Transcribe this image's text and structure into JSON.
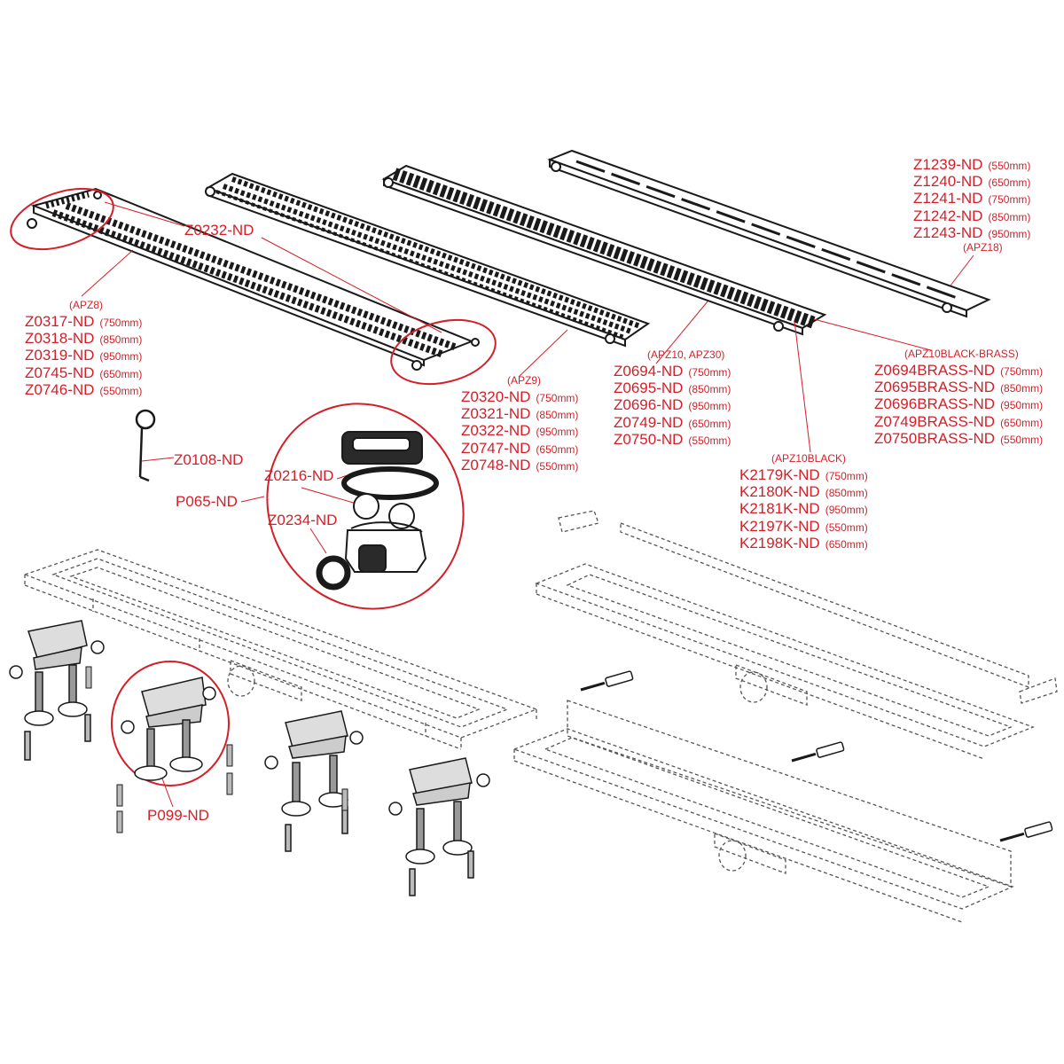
{
  "colors": {
    "accent": "#d41f28",
    "line": "#1a1a1a",
    "dashed": "#555555"
  },
  "callouts": {
    "z0232": "Z0232-ND",
    "z0108": "Z0108-ND",
    "z0216": "Z0216-ND",
    "p065": "P065-ND",
    "z0234": "Z0234-ND",
    "p099": "P099-ND"
  },
  "groups": {
    "apz8": {
      "series": "(APZ8)",
      "items": [
        {
          "code": "Z0317-ND",
          "size": "(750mm)"
        },
        {
          "code": "Z0318-ND",
          "size": "(850mm)"
        },
        {
          "code": "Z0319-ND",
          "size": "(950mm)"
        },
        {
          "code": "Z0745-ND",
          "size": "(650mm)"
        },
        {
          "code": "Z0746-ND",
          "size": "(550mm)"
        }
      ]
    },
    "apz9": {
      "series": "(APZ9)",
      "items": [
        {
          "code": "Z0320-ND",
          "size": "(750mm)"
        },
        {
          "code": "Z0321-ND",
          "size": "(850mm)"
        },
        {
          "code": "Z0322-ND",
          "size": "(950mm)"
        },
        {
          "code": "Z0747-ND",
          "size": "(650mm)"
        },
        {
          "code": "Z0748-ND",
          "size": "(550mm)"
        }
      ]
    },
    "apz10": {
      "series": "(APZ10, APZ30)",
      "items": [
        {
          "code": "Z0694-ND",
          "size": "(750mm)"
        },
        {
          "code": "Z0695-ND",
          "size": "(850mm)"
        },
        {
          "code": "Z0696-ND",
          "size": "(950mm)"
        },
        {
          "code": "Z0749-ND",
          "size": "(650mm)"
        },
        {
          "code": "Z0750-ND",
          "size": "(550mm)"
        }
      ]
    },
    "apz10black": {
      "series": "(APZ10BLACK)",
      "items": [
        {
          "code": "K2179K-ND",
          "size": "(750mm)"
        },
        {
          "code": "K2180K-ND",
          "size": "(850mm)"
        },
        {
          "code": "K2181K-ND",
          "size": "(950mm)"
        },
        {
          "code": "K2197K-ND",
          "size": "(550mm)"
        },
        {
          "code": "K2198K-ND",
          "size": "(650mm)"
        }
      ]
    },
    "apz10brass": {
      "series": "(APZ10BLACK-BRASS)",
      "items": [
        {
          "code": "Z0694BRASS-ND",
          "size": "(750mm)"
        },
        {
          "code": "Z0695BRASS-ND",
          "size": "(850mm)"
        },
        {
          "code": "Z0696BRASS-ND",
          "size": "(950mm)"
        },
        {
          "code": "Z0749BRASS-ND",
          "size": "(650mm)"
        },
        {
          "code": "Z0750BRASS-ND",
          "size": "(550mm)"
        }
      ]
    },
    "apz18": {
      "series": "(APZ18)",
      "items": [
        {
          "code": "Z1239-ND",
          "size": "(550mm)"
        },
        {
          "code": "Z1240-ND",
          "size": "(650mm)"
        },
        {
          "code": "Z1241-ND",
          "size": "(750mm)"
        },
        {
          "code": "Z1242-ND",
          "size": "(850mm)"
        },
        {
          "code": "Z1243-ND",
          "size": "(950mm)"
        }
      ]
    }
  }
}
